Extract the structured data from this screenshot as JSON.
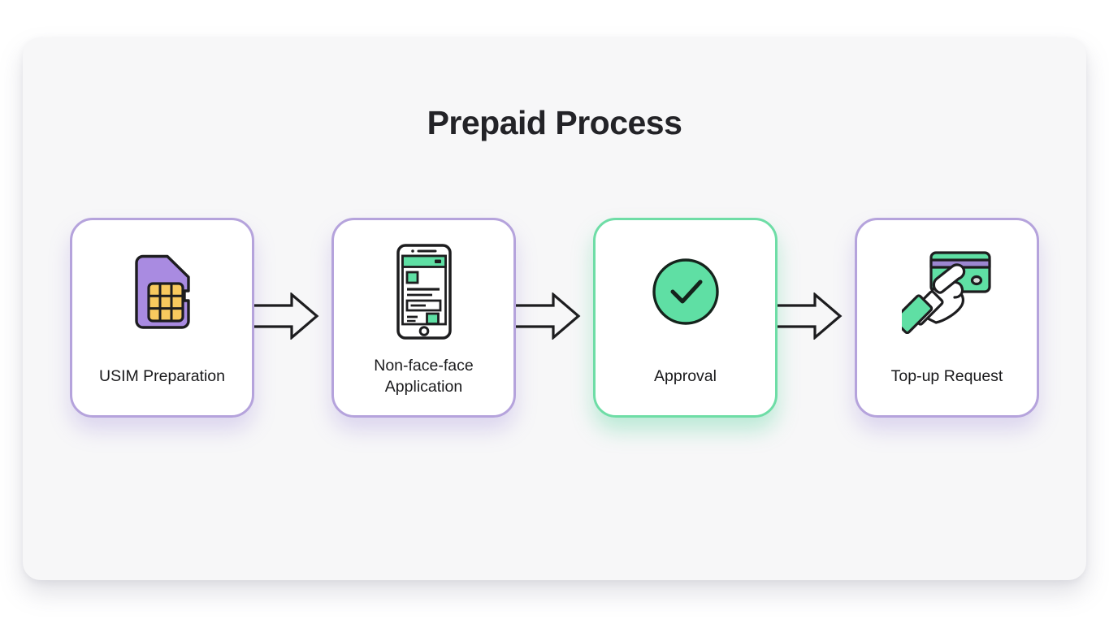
{
  "page": {
    "title": "Prepaid Process"
  },
  "colors": {
    "panel_bg": "#f7f7f8",
    "card_bg": "#ffffff",
    "purple_border": "#b5a3dc",
    "green_border": "#6edda6",
    "mint": "#5fdfa4",
    "sim_purple": "#a98be1",
    "chip_gold": "#f8c95e",
    "stripe_purple": "#9c87d0",
    "ink": "#1d1d1f",
    "text": "#17171a"
  },
  "steps": [
    {
      "label": "USIM Preparation",
      "icon": "sim-card-icon",
      "highlighted": false
    },
    {
      "label": "Non-face-face Application",
      "icon": "smartphone-form-icon",
      "highlighted": false
    },
    {
      "label": "Approval",
      "icon": "check-circle-icon",
      "highlighted": true
    },
    {
      "label": "Top-up Request",
      "icon": "hand-holding-card-icon",
      "highlighted": false
    }
  ]
}
